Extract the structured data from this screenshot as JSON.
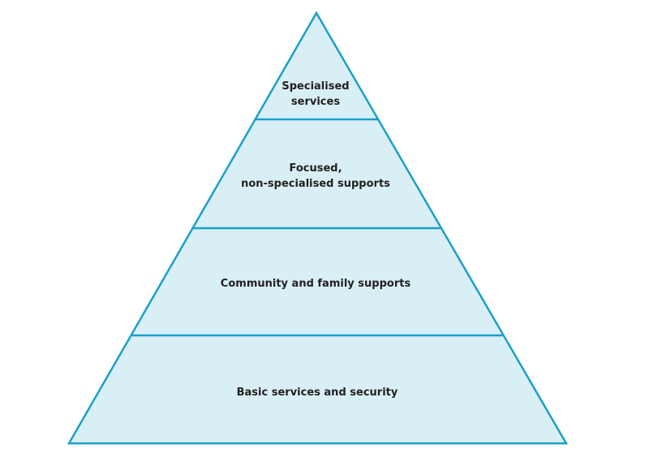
{
  "pyramid": {
    "levels": [
      {
        "lines": [
          "Specialised",
          "services"
        ]
      },
      {
        "lines": [
          "Focused,",
          "non-specialised supports"
        ]
      },
      {
        "lines": [
          "Community and family supports"
        ]
      },
      {
        "lines": [
          "Basic services and security"
        ]
      }
    ]
  },
  "colors": {
    "fill": "#d9eff6",
    "stroke": "#1ba0c9",
    "text": "#231f20"
  }
}
